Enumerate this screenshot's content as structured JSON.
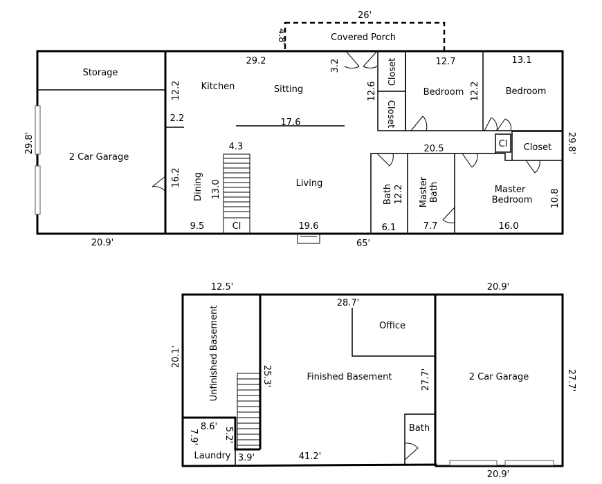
{
  "main_floor": {
    "porch_width": "26'",
    "porch_depth": "4.8'",
    "porch_label": "Covered Porch",
    "storage": "Storage",
    "garage_label": "2 Car Garage",
    "garage_depth": "29.8'",
    "garage_width": "20.9'",
    "kitchen": "Kitchen",
    "sitting": "Sitting",
    "dim_29_2": "29.2",
    "dim_12_2_kitchen": "12.2",
    "dim_2_2": "2.2",
    "dim_17_6": "17.6",
    "dim_3_2": "3.2",
    "dim_4_3": "4.3",
    "dining": "Dining",
    "dim_16_2": "16.2",
    "dim_13_0": "13.0",
    "dim_9_5": "9.5",
    "cl_stairs": "Cl",
    "living": "Living",
    "dim_19_6": "19.6",
    "total_width": "65'",
    "closet_upper": "Closet",
    "closet_lower": "Closet",
    "dim_12_6": "12.6",
    "bedroom_1": "Bedroom",
    "dim_12_7": "12.7",
    "dim_12_2_bed": "12.2",
    "bedroom_2": "Bedroom",
    "dim_13_1": "13.1",
    "dim_20_5": "20.5",
    "cl_hall": "Cl",
    "closet_master": "Closet",
    "right_depth": "29.8'",
    "bath": "Bath",
    "dim_12_2_bath": "12.2",
    "dim_6_1": "6.1",
    "master_bath_1": "Master",
    "master_bath_2": "Bath",
    "dim_7_7": "7.7",
    "master_bed_1": "Master",
    "master_bed_2": "Bedroom",
    "dim_10_8": "10.8",
    "dim_16_0": "16.0"
  },
  "basement": {
    "dim_12_5": "12.5'",
    "dim_20_1": "20.1'",
    "unfinished": "Unfinished Basement",
    "dim_25_3": "25.3'",
    "dim_8_6": "8.6'",
    "dim_5_2": "5.2'",
    "dim_7_9": "7.9'",
    "laundry": "Laundry",
    "dim_3_9": "3.9'",
    "dim_41_2": "41.2'",
    "dim_28_7": "28.7'",
    "office": "Office",
    "finished": "Finished Basement",
    "dim_27_7_inner": "27.7'",
    "bath": "Bath",
    "garage_width_top": "20.9'",
    "garage_label": "2 Car Garage",
    "garage_depth": "27.7'",
    "garage_width_bottom": "20.9'"
  }
}
